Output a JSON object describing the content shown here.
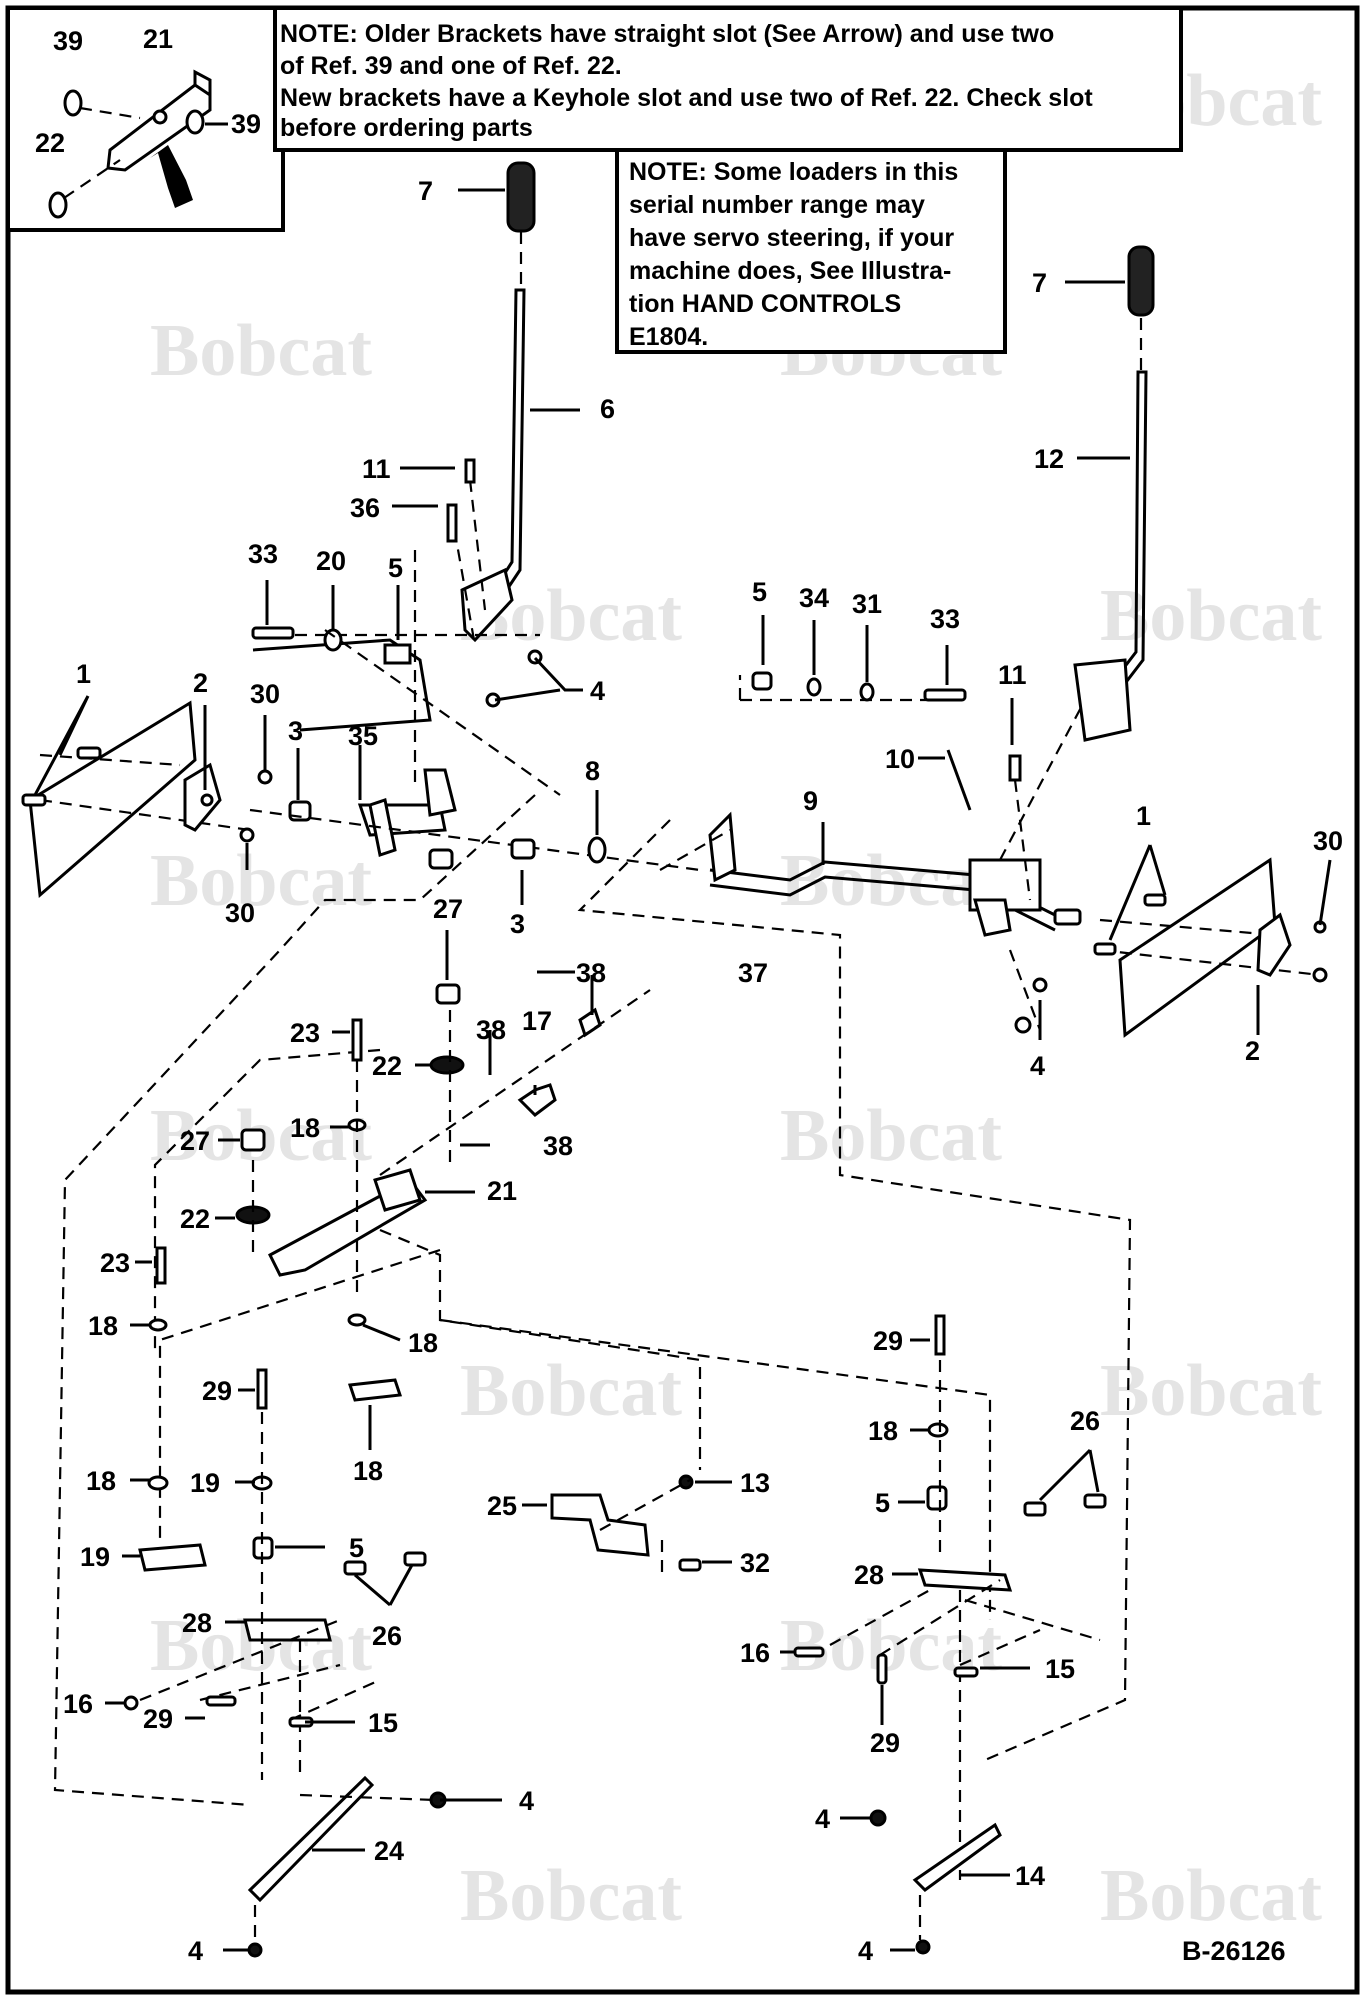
{
  "notes": {
    "brackets_line1": "NOTE: Older Brackets have straight slot (See Arrow) and use two",
    "brackets_line2": "of Ref. 39 and one of Ref. 22.",
    "brackets_line3": "New brackets have a Keyhole slot and use two of Ref. 22. Check slot",
    "brackets_line4": "before ordering parts",
    "servo_line1": "NOTE: Some loaders in this",
    "servo_line2": "serial number range may",
    "servo_line3": "have servo steering, if your",
    "servo_line4": "machine does, See Illustra-",
    "servo_line5": "tion HAND CONTROLS",
    "servo_line6": "E1804."
  },
  "watermark": "Bobcat",
  "figure_id": "B-26126",
  "inset_labels": [
    "39",
    "21",
    "22",
    "39"
  ],
  "callouts": [
    "7",
    "6",
    "11",
    "36",
    "33",
    "20",
    "5",
    "4",
    "1",
    "2",
    "30",
    "3",
    "35",
    "30",
    "8",
    "3",
    "5",
    "34",
    "31",
    "33",
    "11",
    "10",
    "7",
    "12",
    "9",
    "1",
    "30",
    "4",
    "2",
    "27",
    "23",
    "22",
    "38",
    "17",
    "38",
    "37",
    "18",
    "27",
    "38",
    "21",
    "22",
    "23",
    "18",
    "18",
    "29",
    "18",
    "18",
    "19",
    "19",
    "5",
    "28",
    "26",
    "16",
    "29",
    "15",
    "4",
    "24",
    "4",
    "25",
    "13",
    "32",
    "29",
    "18",
    "26",
    "5",
    "28",
    "16",
    "15",
    "29",
    "4",
    "14",
    "4"
  ]
}
